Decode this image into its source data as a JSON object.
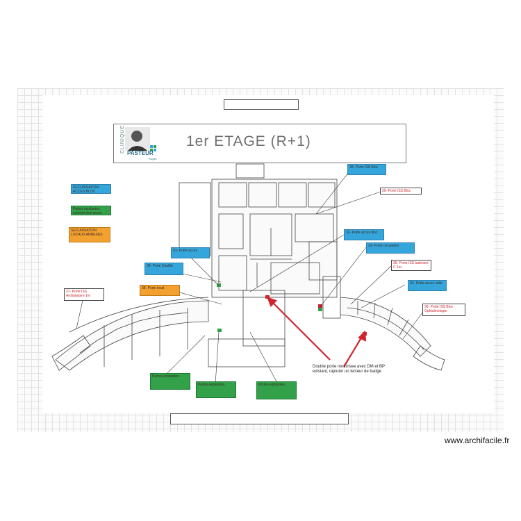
{
  "title": "1er ETAGE (R+1)",
  "logo": {
    "clinique": "CLINIQUE",
    "pasteur": "PASTEUR",
    "sub": "Royan"
  },
  "notes": [
    {
      "id": "legend-blue",
      "color": "blue",
      "text": "SECURISATION ACCES BLOC"
    },
    {
      "id": "legend-green",
      "color": "green",
      "text": "Portes existantes controle des acces"
    },
    {
      "id": "legend-orange",
      "color": "orange",
      "text": "SECURISATION LOCAUX ANNEXES"
    },
    {
      "id": "n-top-right",
      "color": "blue",
      "text": "28- Porte ISS Bloc"
    },
    {
      "id": "n-39",
      "color": "white",
      "text": "39- Porte ISS Bloc"
    },
    {
      "id": "n-mid-right",
      "color": "blue",
      "text": "32- Porte acces bloc"
    },
    {
      "id": "n-right-2",
      "color": "blue",
      "text": "33- Porte circulation"
    },
    {
      "id": "n-batiment",
      "color": "white",
      "text": "35- Porte ISS batiment C 1er"
    },
    {
      "id": "n-right-3",
      "color": "blue",
      "text": "34- Porte acces salle"
    },
    {
      "id": "n-ophtalmologie",
      "color": "white",
      "text": "36- Porte ISS Bloc Ophtalmologie"
    },
    {
      "id": "n-left-1",
      "color": "blue",
      "text": "31- Porte acces"
    },
    {
      "id": "n-left-2",
      "color": "blue",
      "text": "30- Porte Double"
    },
    {
      "id": "n-ambulatoire",
      "color": "white",
      "text": "37- Porte ISS Ambulatoire 1er"
    },
    {
      "id": "n-orange-mid",
      "color": "orange",
      "text": "38- Porte local"
    },
    {
      "id": "n-green-1",
      "color": "green",
      "text": "Portes existantes"
    },
    {
      "id": "n-green-2",
      "color": "green",
      "text": "Portes existantes"
    },
    {
      "id": "n-green-3",
      "color": "green",
      "text": "Portes existantes"
    }
  ],
  "callout": "Double porte motorisee avec DM et BP existant, rajouter un lecteur de badge",
  "watermark": "www.archifacile.fr",
  "colors": {
    "blue": "#35a6db",
    "green": "#33a04a",
    "orange": "#f2a030",
    "red": "#d0252d"
  }
}
